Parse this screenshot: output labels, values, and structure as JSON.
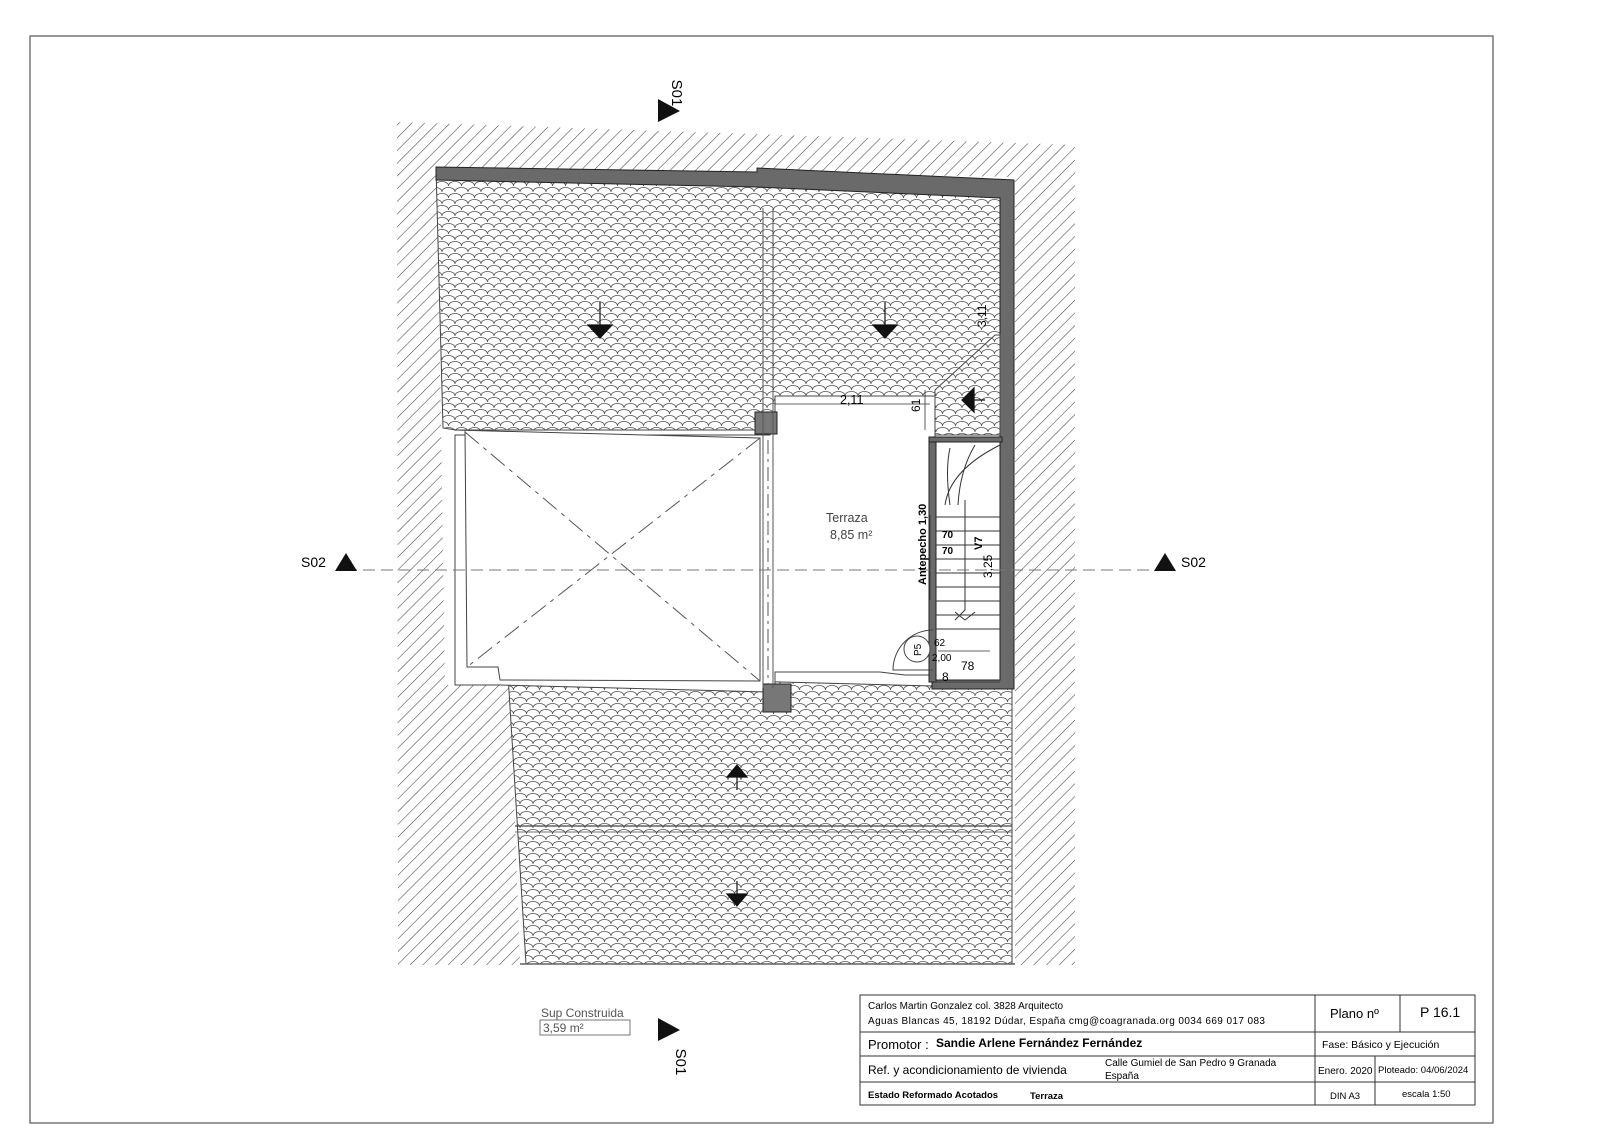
{
  "drawing": {
    "section_top": "S01",
    "section_bottom": "S01",
    "section_left": "S02",
    "section_right": "S02",
    "terrace_label": "Terraza",
    "terrace_area": "8,85 m²",
    "dim_width": "2,11",
    "dim_61": "61",
    "dim_311": "3,11",
    "parapet": "Antepecho 1,30",
    "dim_70a": "70",
    "dim_70b": "70",
    "window": "V7",
    "dim_325": "3,25",
    "door": "P5",
    "door_62": "62",
    "door_200": "2,00",
    "dim_8": "8",
    "dim_78": "78",
    "sup_label": "Sup Construida",
    "sup_value": "3,59 m²"
  },
  "title_block": {
    "architect": "Carlos Martin Gonzalez col. 3828 Arquitecto",
    "address": "Aguas Blancas 45, 18192 Dúdar, España  cmg@coagranada.org   0034 669  017 083",
    "plano_label": "Plano nº",
    "plano_num": "P 16.1",
    "promotor_label": "Promotor :",
    "promotor_name": "Sandie Arlene  Fernández Fernández",
    "fase": "Fase:  Básico y Ejecución",
    "ref": "Ref. y acondicionamiento de vivienda",
    "street": "Calle Gumiel de San Pedro 9 Granada",
    "country": "España",
    "date": "Enero. 2020",
    "plotted": "Ploteado: 04/06/2024",
    "estado": "Estado Reformado Acotados",
    "terraza": "Terraza",
    "din": "DIN A3",
    "scale": "escala 1:50"
  }
}
